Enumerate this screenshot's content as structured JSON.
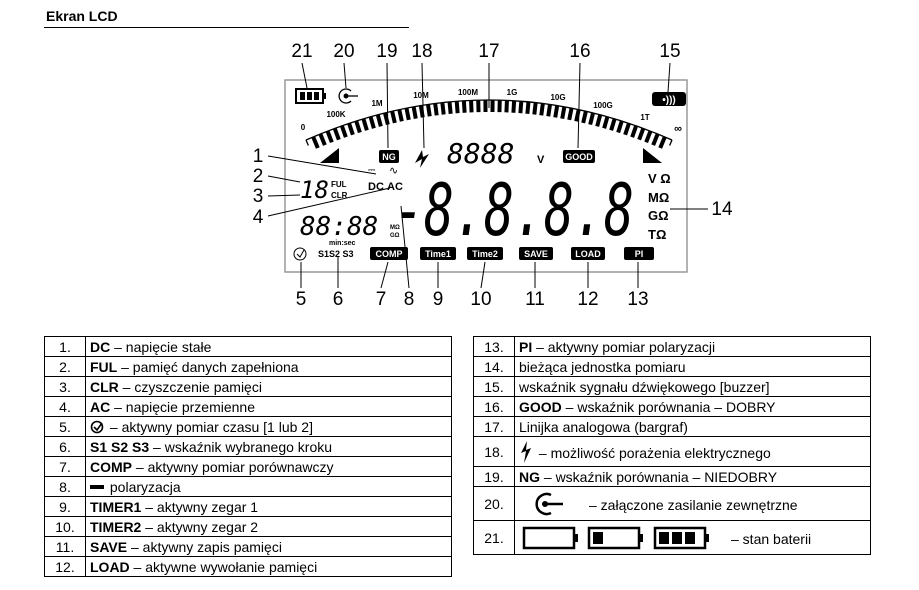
{
  "title": "Ekran LCD",
  "lcd": {
    "callouts": [
      "1",
      "2",
      "3",
      "4",
      "5",
      "6",
      "7",
      "8",
      "9",
      "10",
      "11",
      "12",
      "13",
      "14",
      "15",
      "16",
      "17",
      "18",
      "19",
      "20",
      "21"
    ],
    "scale": [
      "0",
      "100K",
      "1M",
      "10M",
      "100M",
      "1G",
      "10G",
      "100G",
      "1T",
      "∞"
    ],
    "seg_small": "8888",
    "seg_small_unit": "V",
    "seg_big": "-8.8.8.8",
    "seg_timer": "88:88",
    "seg_18": "18",
    "ful": "FUL",
    "clr": "CLR",
    "dc": "DC",
    "ac": "AC",
    "ng": "NG",
    "good": "GOOD",
    "min_sec": "min:sec",
    "mg_small": "MΩ",
    "gg_small": "GΩ",
    "steps": "S1S2 S3",
    "comp": "COMP",
    "time1": "Time1",
    "time2": "Time2",
    "save": "SAVE",
    "load": "LOAD",
    "pi": "PI",
    "units": [
      "V Ω",
      "MΩ",
      "GΩ",
      "TΩ"
    ],
    "buzzer": "•)))"
  },
  "legend_left": [
    {
      "num": "1.",
      "key": "DC",
      "desc": " – napięcie stałe"
    },
    {
      "num": "2.",
      "key": "FUL",
      "desc": " – pamięć danych zapełniona"
    },
    {
      "num": "3.",
      "key": "CLR",
      "desc": " – czyszczenie pamięci"
    },
    {
      "num": "4.",
      "key": "AC",
      "desc": " – napięcie przemienne"
    },
    {
      "num": "5.",
      "key": "",
      "desc": " – aktywny pomiar czasu [1 lub 2]"
    },
    {
      "num": "6.",
      "key": "S1 S2 S3",
      "desc": " – wskaźnik wybranego kroku"
    },
    {
      "num": "7.",
      "key": "COMP",
      "desc": " – aktywny pomiar porównawczy"
    },
    {
      "num": "8.",
      "key": "",
      "desc": " polaryzacja"
    },
    {
      "num": "9.",
      "key": "TIMER1",
      "desc": " – aktywny zegar 1"
    },
    {
      "num": "10.",
      "key": "TIMER2",
      "desc": " – aktywny zegar 2"
    },
    {
      "num": "11.",
      "key": "SAVE",
      "desc": " – aktywny zapis pamięci"
    },
    {
      "num": "12.",
      "key": "LOAD",
      "desc": " – aktywne wywołanie pamięci"
    }
  ],
  "legend_right": [
    {
      "num": "13.",
      "key": "PI",
      "desc": " – aktywny pomiar polaryzacji"
    },
    {
      "num": "14.",
      "key": "",
      "desc": "bieżąca jednostka pomiaru"
    },
    {
      "num": "15.",
      "key": "",
      "desc": "wskaźnik sygnału dźwiękowego [buzzer]"
    },
    {
      "num": "16.",
      "key": "GOOD",
      "desc": " – wskaźnik porównania – DOBRY"
    },
    {
      "num": "17.",
      "key": "",
      "desc": "Linijka analogowa (bargraf)"
    },
    {
      "num": "18.",
      "key": "",
      "desc": " – możliwość porażenia elektrycznego"
    },
    {
      "num": "19.",
      "key": "NG",
      "desc": " – wskaźnik porównania – NIEDOBRY"
    },
    {
      "num": "20.",
      "key": "",
      "desc": "– załączone zasilanie zewnętrzne"
    },
    {
      "num": "21.",
      "key": "",
      "desc": "– stan baterii"
    }
  ]
}
